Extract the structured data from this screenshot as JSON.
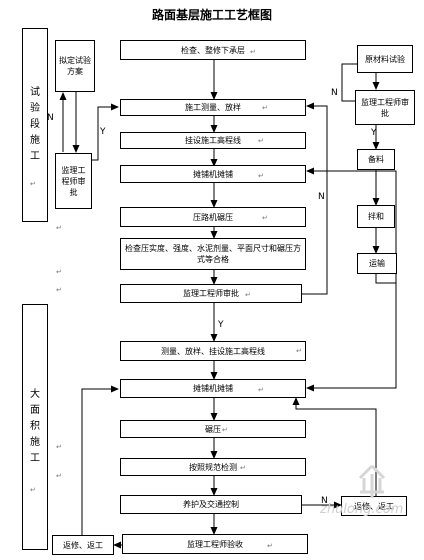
{
  "title": "路面基层施工工艺框图",
  "sections": {
    "trial": "试验段施工",
    "large": "大面积施工"
  },
  "steps": {
    "s1": "检查、整修下承层",
    "s2": "施工测量、放样",
    "s3": "挂设施工高程线",
    "s4": "摊铺机摊铺",
    "s5": "压路机碾压",
    "s6": "检查压实度、强度、水泥剂量、平面尺寸和碾压方式等合格",
    "s7": "监理工程师审批",
    "s8": "测量、放样、挂设施工高程线",
    "s9": "摊铺机摊铺",
    "s10": "碾压",
    "s11": "按照规范检测",
    "s12": "养护及交通控制",
    "s13": "监理工程师验收"
  },
  "trial_side": {
    "plan": "拟定试验方案",
    "approval": "监理工程师审批"
  },
  "materials": {
    "test": "原材料试验",
    "approval": "监理工程师审批",
    "prep": "备料",
    "mix": "拌和",
    "transport": "运输"
  },
  "rework": {
    "right": "返修、返工",
    "left": "返修、返工"
  },
  "labels": {
    "n": "N",
    "y": "Y"
  },
  "watermark": "zhulong.com",
  "colors": {
    "line": "#000000",
    "background": "#ffffff"
  }
}
